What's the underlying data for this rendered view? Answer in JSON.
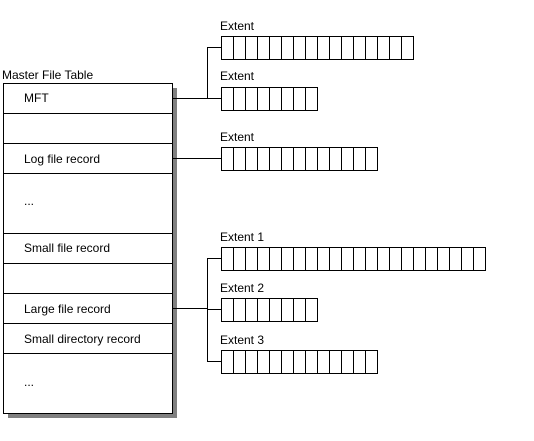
{
  "title": "Master File Table",
  "rows": [
    {
      "key": "mft",
      "label": "MFT"
    },
    {
      "key": "blank-1",
      "label": ""
    },
    {
      "key": "log-file-record",
      "label": "Log file record"
    },
    {
      "key": "ellipsis-1",
      "label": "..."
    },
    {
      "key": "small-file-record",
      "label": "Small file record"
    },
    {
      "key": "blank-2",
      "label": ""
    },
    {
      "key": "large-file-record",
      "label": "Large file record"
    },
    {
      "key": "small-directory-record",
      "label": "Small directory record"
    },
    {
      "key": "ellipsis-2",
      "label": "..."
    }
  ],
  "extents": [
    {
      "key": "mft-extent-a",
      "label": "Extent",
      "cells": 16
    },
    {
      "key": "mft-extent-b",
      "label": "Extent",
      "cells": 8
    },
    {
      "key": "log-extent",
      "label": "Extent",
      "cells": 13
    },
    {
      "key": "large-extent-1",
      "label": "Extent 1",
      "cells": 22
    },
    {
      "key": "large-extent-2",
      "label": "Extent 2",
      "cells": 8
    },
    {
      "key": "large-extent-3",
      "label": "Extent 3",
      "cells": 13
    }
  ],
  "colors": {
    "line": "#000000",
    "shadow": "#808080",
    "background": "#ffffff"
  }
}
